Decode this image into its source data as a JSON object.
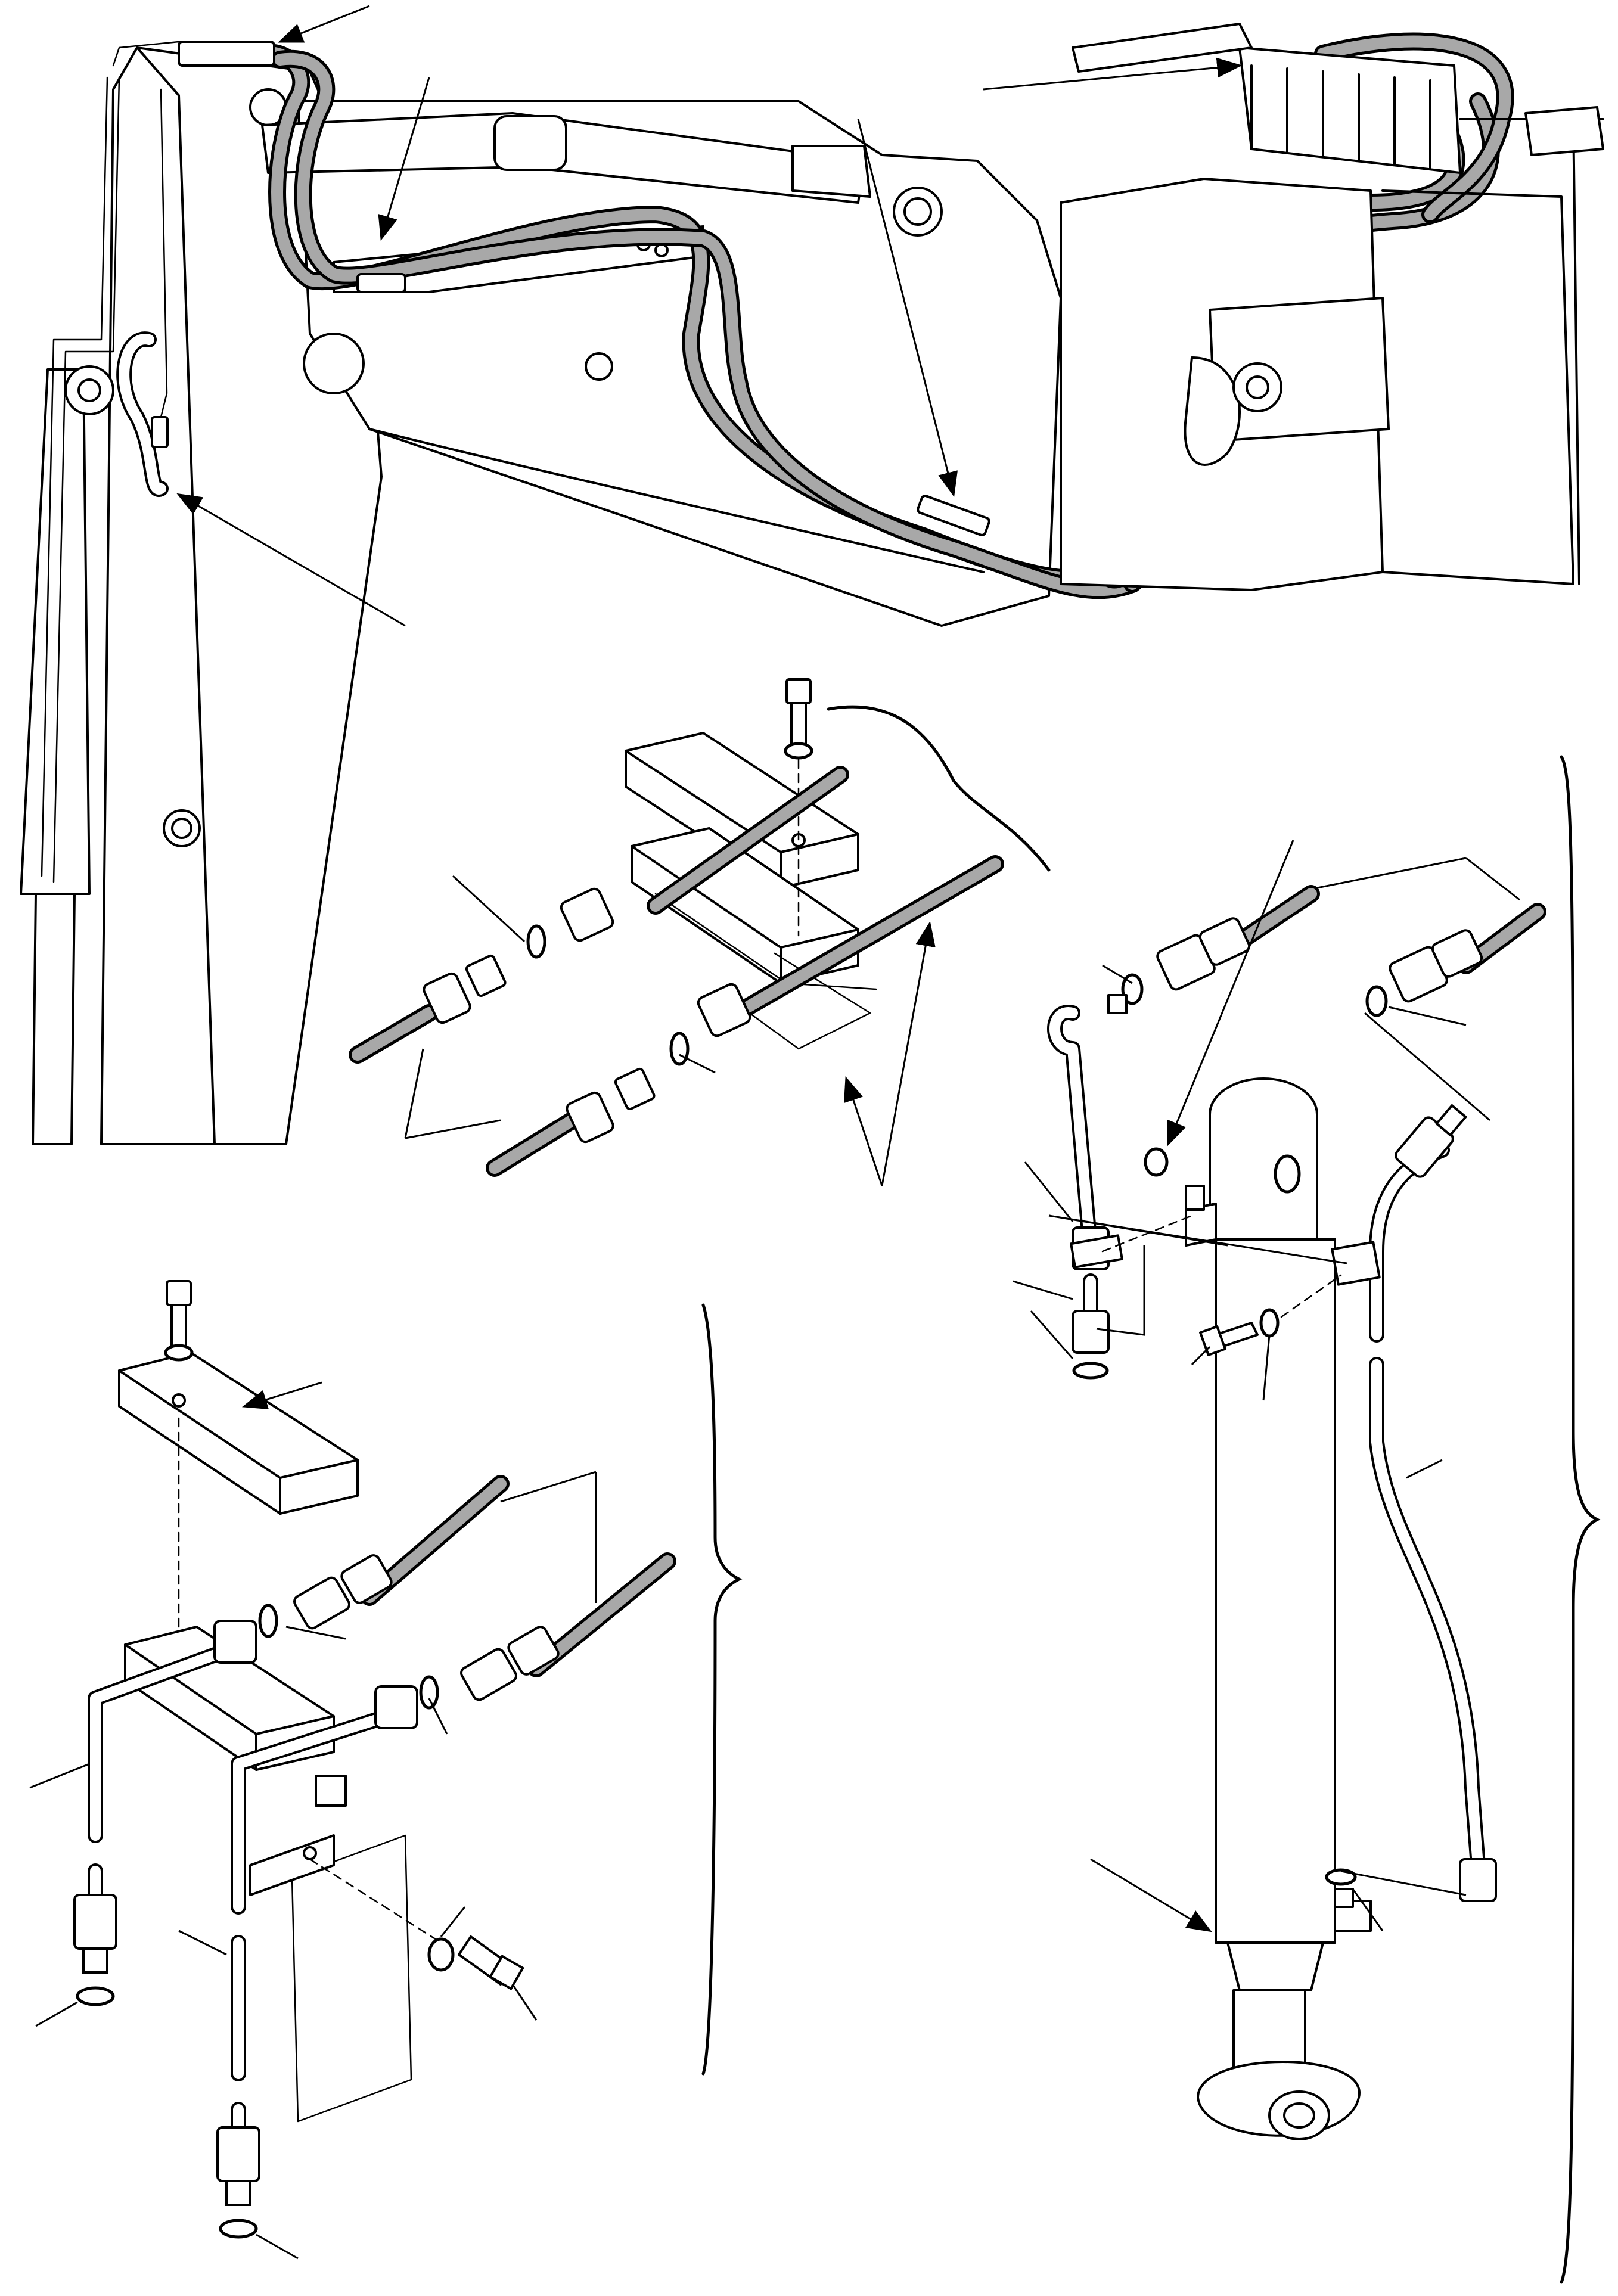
{
  "figure": {
    "background": "#ffffff",
    "line_color": "#000000",
    "hose_fill_color": "#a8a8a8"
  },
  "views": [
    "boom-arm-hose-routing-view",
    "boom-hose-clamp-detail",
    "arm-pipe-clamp-detail",
    "cylinder-hose-connection-detail"
  ],
  "icons": [
    "arrow-icon",
    "brace-icon",
    "bolt-icon",
    "washer-icon",
    "o-ring-icon",
    "hose-fitting-icon"
  ]
}
